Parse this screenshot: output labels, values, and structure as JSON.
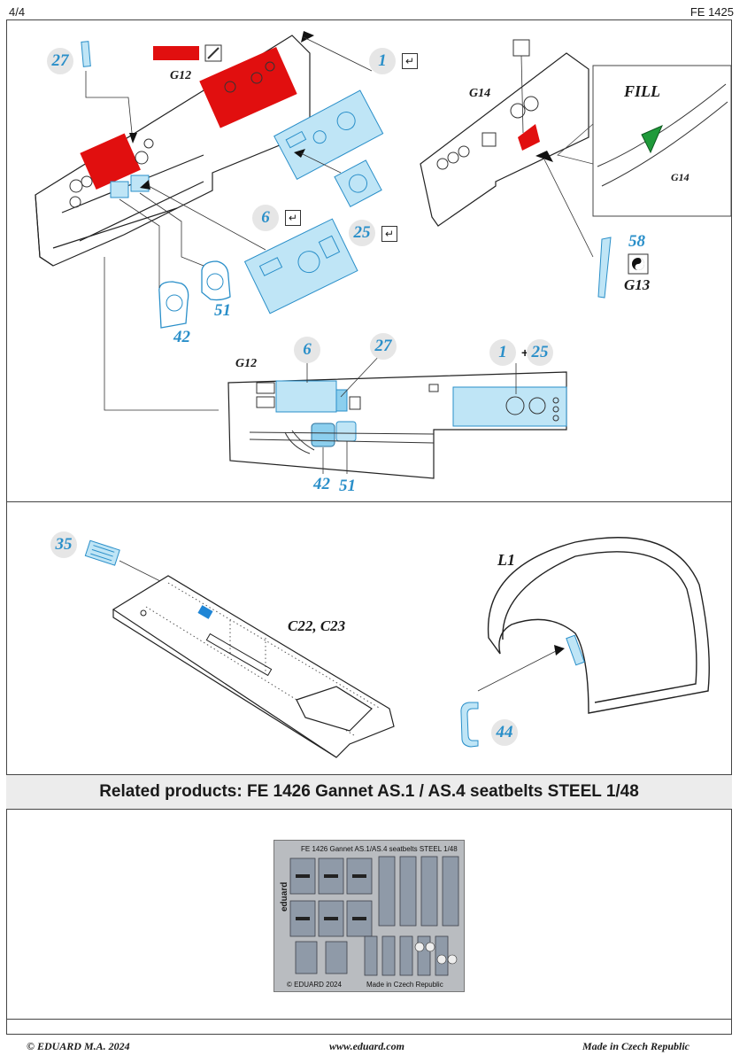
{
  "header": {
    "page": "4/4",
    "code": "FE 1425"
  },
  "parts": {
    "p27": "27",
    "p1": "1",
    "p6": "6",
    "p25": "25",
    "p42": "42",
    "p51": "51",
    "p58": "58",
    "p35": "35",
    "p44": "44",
    "plus": "+"
  },
  "labels": {
    "g12_top": "G12",
    "g14": "G14",
    "g14_inset": "G14",
    "g13": "G13",
    "fill": "FILL",
    "g12_bottom": "G12",
    "c22c23": "C22, C23",
    "l1": "L1"
  },
  "related": {
    "text": "Related products:   FE 1426 Gannet AS.1 / AS.4 seatbelts STEEL 1/48"
  },
  "fret": {
    "title": "FE 1426  Gannet AS.1/AS.4 seatbelts  STEEL  1/48",
    "brand": "eduard",
    "copyright": "© EDUARD 2024",
    "made": "Made in Czech Republic"
  },
  "footer": {
    "left": "© EDUARD  M.A. 2024",
    "center": "www.eduard.com",
    "right": "Made in Czech Republic"
  },
  "colors": {
    "red": "#e10f0f",
    "pe_blue": "#8ccfee",
    "accent_blue": "#2a8fc9",
    "fill_green": "#1f9a3a"
  }
}
